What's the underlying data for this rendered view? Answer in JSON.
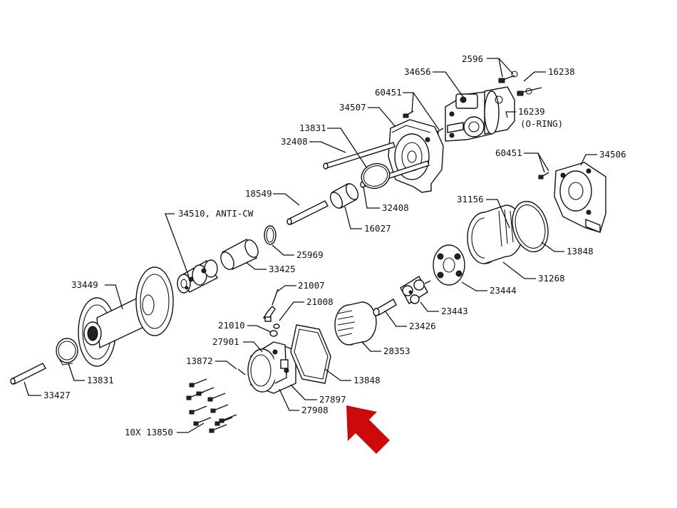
{
  "diagram": {
    "labels": {
      "l2596": "2596",
      "l16238": "16238",
      "l34656": "34656",
      "l60451_top": "60451",
      "l34507": "34507",
      "l16239": "16239",
      "l_oring": "(O-RING)",
      "l13831_top": "13831",
      "l32408_top": "32408",
      "l60451_right": "60451",
      "l34506": "34506",
      "l18549": "18549",
      "l32408_bot": "32408",
      "l16027": "16027",
      "l34510": "34510, ANTI-CW",
      "l25969": "25969",
      "l31156": "31156",
      "l13848_right": "13848",
      "l33425": "33425",
      "l31268": "31268",
      "l33449": "33449",
      "l21007": "21007",
      "l23444": "23444",
      "l21008": "21008",
      "l23443": "23443",
      "l21010": "21010",
      "l23426": "23426",
      "l27901": "27901",
      "l28353": "28353",
      "l13872": "13872",
      "l13831_bot": "13831",
      "l13848_bot": "13848",
      "l27897": "27897",
      "l33427": "33427",
      "l27908": "27908",
      "l13850": "10X 13850"
    },
    "highlight_color": "#cc0a0a",
    "highlight_icon": "arrow-icon"
  }
}
